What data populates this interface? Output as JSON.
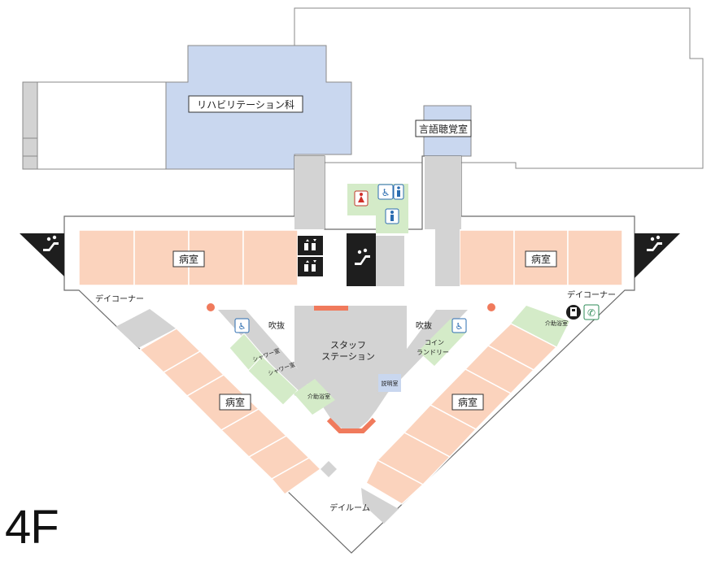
{
  "floor": "4F",
  "rooms": {
    "rehab": "リハビリテーション科",
    "speech": "言語聴覚室",
    "ward_left": "病室",
    "ward_right": "病室",
    "ward_lower_left": "病室",
    "ward_lower_right": "病室",
    "staff_station_1": "スタッフ",
    "staff_station_2": "ステーション",
    "day_corner_left": "デイコーナー",
    "day_corner_right": "デイコーナー",
    "dayroom": "デイルーム",
    "atrium_left": "吹抜",
    "atrium_right": "吹抜",
    "shower_1": "シャワー室",
    "shower_2": "シャワー室",
    "care_bath_left": "介助浴室",
    "care_bath_right": "介助浴室",
    "laundry_1": "コイン",
    "laundry_2": "ランドリー",
    "explanation": "説明室"
  },
  "icons": [
    "escalator-icon",
    "elevator-icon",
    "restroom-female-icon",
    "restroom-male-icon",
    "accessible-restroom-icon",
    "vending-icon",
    "phone-icon"
  ],
  "colors": {
    "ward": "#fbd3bd",
    "service": "#d4ebc8",
    "core": "#d3d3d3",
    "rehab": "#c9d7ef",
    "outline": "#6b6b6b",
    "accent": "#f07a5c",
    "dark": "#1e1e1e"
  }
}
